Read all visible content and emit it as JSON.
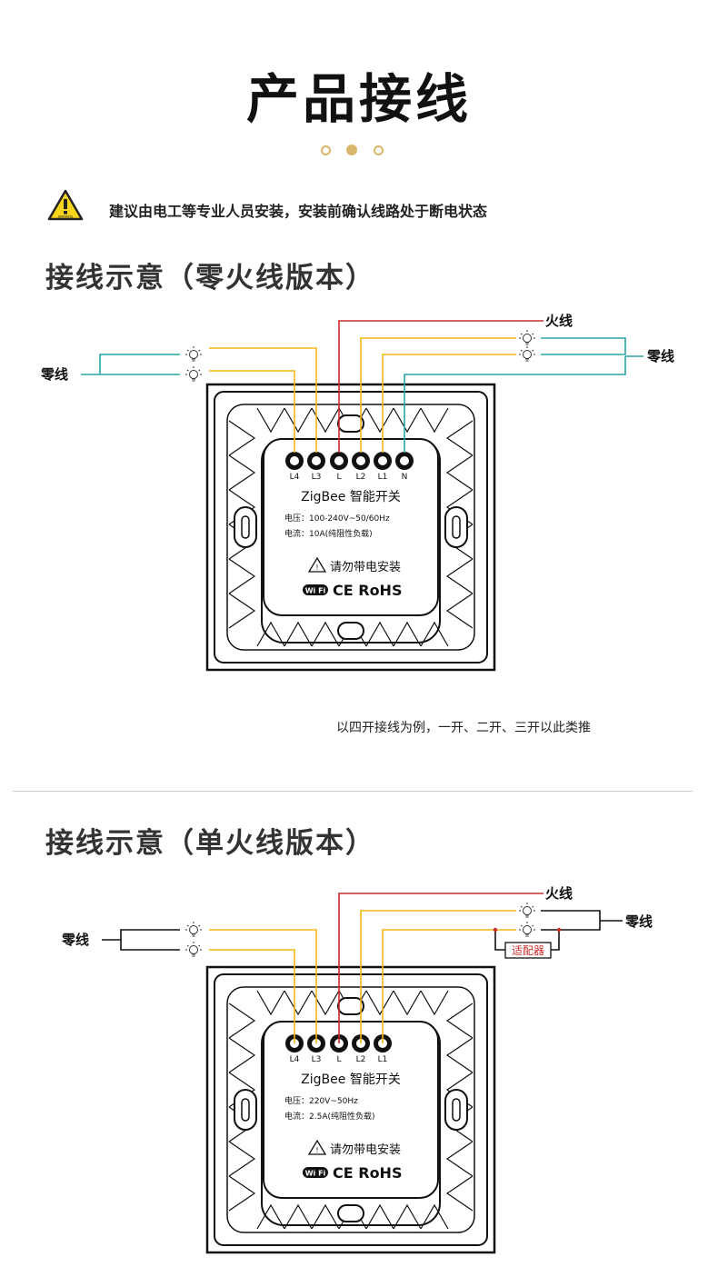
{
  "header": {
    "title": "产品接线"
  },
  "colors": {
    "accent": "#d9b56b",
    "live": "#cc2a2a",
    "neutral": "#29a6a6",
    "load": "#f2b713"
  },
  "warning": {
    "icon": "warning-triangle-icon",
    "text": "建议由电工等专业人员安装，安装前确认线路处于断电状态",
    "sign_text": "WARNING"
  },
  "section1": {
    "title": "接线示意（零火线版本）",
    "live_label": "火线",
    "neutral_label_left": "零线",
    "neutral_label_right": "零线",
    "terminals": [
      "L4",
      "L3",
      "L",
      "L2",
      "L1",
      "N"
    ],
    "brand": "ZigBee 智能开关",
    "voltage": "电压：100-240V~50/60Hz",
    "current": "电流：10A(纯阻性负载)",
    "caution": "请勿带电安装",
    "cert": "CE RoHS",
    "wifi": "Wi Fi",
    "note": "以四开接线为例，一开、二开、三开以此类推"
  },
  "section2": {
    "title": "接线示意（单火线版本）",
    "live_label": "火线",
    "neutral_label_left": "零线",
    "neutral_label_right": "零线",
    "adapter": "适配器",
    "terminals": [
      "L4",
      "L3",
      "L",
      "L2",
      "L1"
    ],
    "brand": "ZigBee 智能开关",
    "voltage": "电压：220V~50Hz",
    "current": "电流：2.5A(纯阻性负载)",
    "caution": "请勿带电安装",
    "cert": "CE RoHS",
    "wifi": "Wi Fi"
  }
}
